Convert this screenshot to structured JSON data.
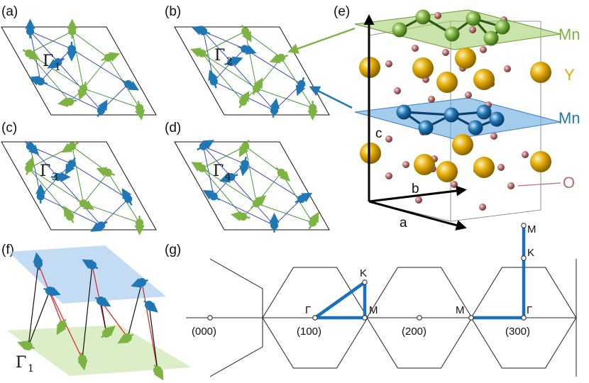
{
  "panels": {
    "a": {
      "label": "(a)",
      "gamma": "Γ",
      "sub": "1"
    },
    "b": {
      "label": "(b)",
      "gamma": "Γ",
      "sub": "2"
    },
    "c": {
      "label": "(c)",
      "gamma": "Γ",
      "sub": "3"
    },
    "d": {
      "label": "(d)",
      "gamma": "Γ",
      "sub": "4"
    },
    "e": {
      "label": "(e)"
    },
    "f": {
      "label": "(f)",
      "gamma": "Γ",
      "sub": "1"
    },
    "g": {
      "label": "(g)"
    }
  },
  "crystal": {
    "mn_top": "Mn",
    "y": "Y",
    "mn_mid": "Mn",
    "o": "O",
    "axis_a": "a",
    "axis_b": "b",
    "axis_c": "c"
  },
  "bz": {
    "miller": [
      "(000)",
      "(100)",
      "(200)",
      "(300)"
    ],
    "points": {
      "gamma1": "Γ",
      "k1": "K",
      "m1": "M",
      "m2": "M",
      "gamma2": "Γ",
      "k2": "K",
      "m3": "M"
    }
  },
  "colors": {
    "blue": "#1f77b4",
    "green": "#7cb342",
    "lattice_blue": "#2233cc",
    "lattice_green": "#3a8a2a",
    "red_bond": "#e02020",
    "path_blue": "#1a6fc0",
    "yttrium": "#e0a800",
    "oxygen": "#b56d6d",
    "mn_green": "#7cb342",
    "mn_blue": "#1f77b4"
  }
}
